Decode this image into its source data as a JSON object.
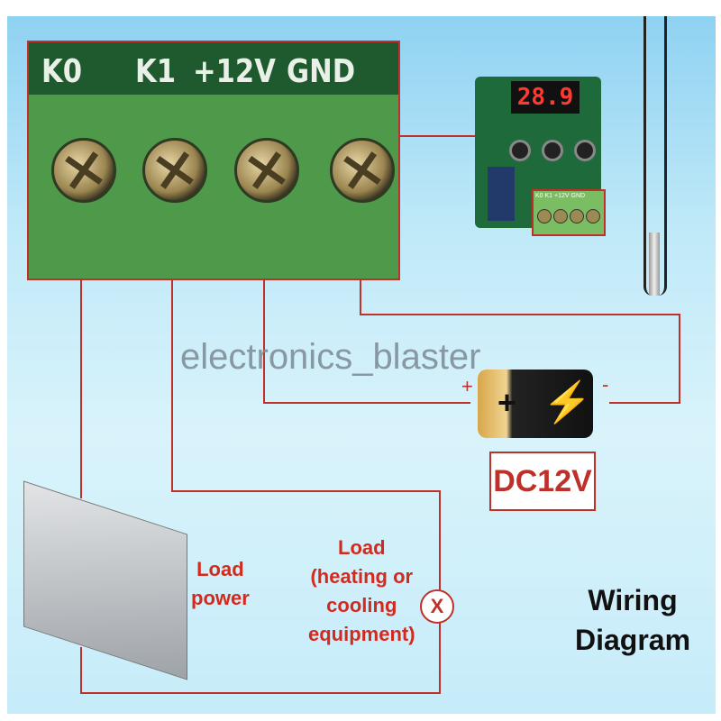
{
  "terminal_labels": [
    "K0",
    "K1",
    "+12V",
    "GND"
  ],
  "board": {
    "display": "28.9",
    "labels": "K0  K1 +12V GND"
  },
  "watermark": "electronics_blaster",
  "battery": {
    "plus": "+",
    "minus": "-",
    "label": "DC12V"
  },
  "load_power": {
    "line1": "Load",
    "line2": "power"
  },
  "load": {
    "line1": "Load",
    "line2": "(heating or",
    "line3": "cooling",
    "line4": "equipment)",
    "symbol": "X"
  },
  "title": {
    "line1": "Wiring",
    "line2": "Diagram"
  },
  "colors": {
    "wire": "#c0302a",
    "text_red": "#d42a1e"
  }
}
